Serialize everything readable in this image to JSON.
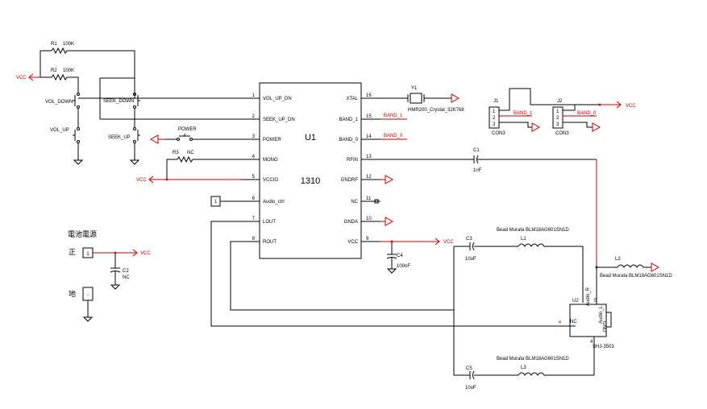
{
  "power": {
    "vcc": "VCC"
  },
  "resistors": {
    "r1": {
      "ref": "R1",
      "value": "100K"
    },
    "r2": {
      "ref": "R2",
      "value": "100K"
    },
    "r3": {
      "ref": "R3",
      "value": "NC"
    }
  },
  "switches": {
    "vol_down": "VOL_DOWN",
    "vol_up": "VOL_UP",
    "seek_down": "SEEK_DOWN",
    "seek_up": "SEEK_UP",
    "power": "POWER"
  },
  "ic": {
    "ref": "U1",
    "part": "1310",
    "left_pins": [
      {
        "num": "1",
        "name": "VOL_UP_DN"
      },
      {
        "num": "2",
        "name": "SEEK_UP_DN"
      },
      {
        "num": "3",
        "name": "POWER"
      },
      {
        "num": "4",
        "name": "MONO"
      },
      {
        "num": "5",
        "name": "VCCIO"
      },
      {
        "num": "6",
        "name": "Audio_ctrl"
      },
      {
        "num": "7",
        "name": "LOUT"
      },
      {
        "num": "8",
        "name": "ROUT"
      }
    ],
    "right_pins": [
      {
        "num": "16",
        "name": "XTAL"
      },
      {
        "num": "15",
        "name": "BAND_1"
      },
      {
        "num": "14",
        "name": "BAND_0"
      },
      {
        "num": "13",
        "name": "RFIN"
      },
      {
        "num": "12",
        "name": "GNDRF"
      },
      {
        "num": "11",
        "name": "NC"
      },
      {
        "num": "10",
        "name": "GNDA"
      },
      {
        "num": "9",
        "name": "VCC"
      }
    ]
  },
  "audio_ctrl_box": "1",
  "crystal": {
    "ref": "Y1",
    "value": "HMR200_Crystal_32K768"
  },
  "nets": {
    "band1": "BAND_1",
    "band0": "BAND_0"
  },
  "connectors": {
    "j1": {
      "ref": "J1",
      "type": "CON3",
      "pins": [
        "1",
        "2",
        "3"
      ],
      "net": "BAND_1"
    },
    "j2": {
      "ref": "J2",
      "type": "CON3",
      "pins": [
        "1",
        "2",
        "3"
      ],
      "net": "BAND_0"
    }
  },
  "capacitors": {
    "c1": {
      "ref": "C1",
      "value": "1nF"
    },
    "c2": {
      "ref": "C2",
      "value": "NC"
    },
    "c3": {
      "ref": "C3",
      "value": "10uF"
    },
    "c4": {
      "ref": "C4",
      "value": "100nF"
    },
    "c5": {
      "ref": "C5",
      "value": "10uF"
    }
  },
  "inductors": {
    "l1": {
      "ref": "L1",
      "desc": "Bead Murata BLM18AG601SN1D"
    },
    "l2": {
      "ref": "L2",
      "desc": "Bead Murata BLM18AG601SN1D"
    },
    "l3": {
      "ref": "L3",
      "desc": "Bead Murata BLM18AG601SN1D"
    }
  },
  "jack": {
    "ref": "U2",
    "part": "SHJ-3503",
    "nc": "NC",
    "pin5": "5",
    "pin4": "4",
    "audio_r": "Audio_R",
    "audio_l": "Audio_L",
    "gnd": "GND"
  },
  "battery": {
    "title": "電池電源",
    "plus_label": "正",
    "minus_label": "地",
    "plus_box": "1",
    "minus_box": "-"
  }
}
